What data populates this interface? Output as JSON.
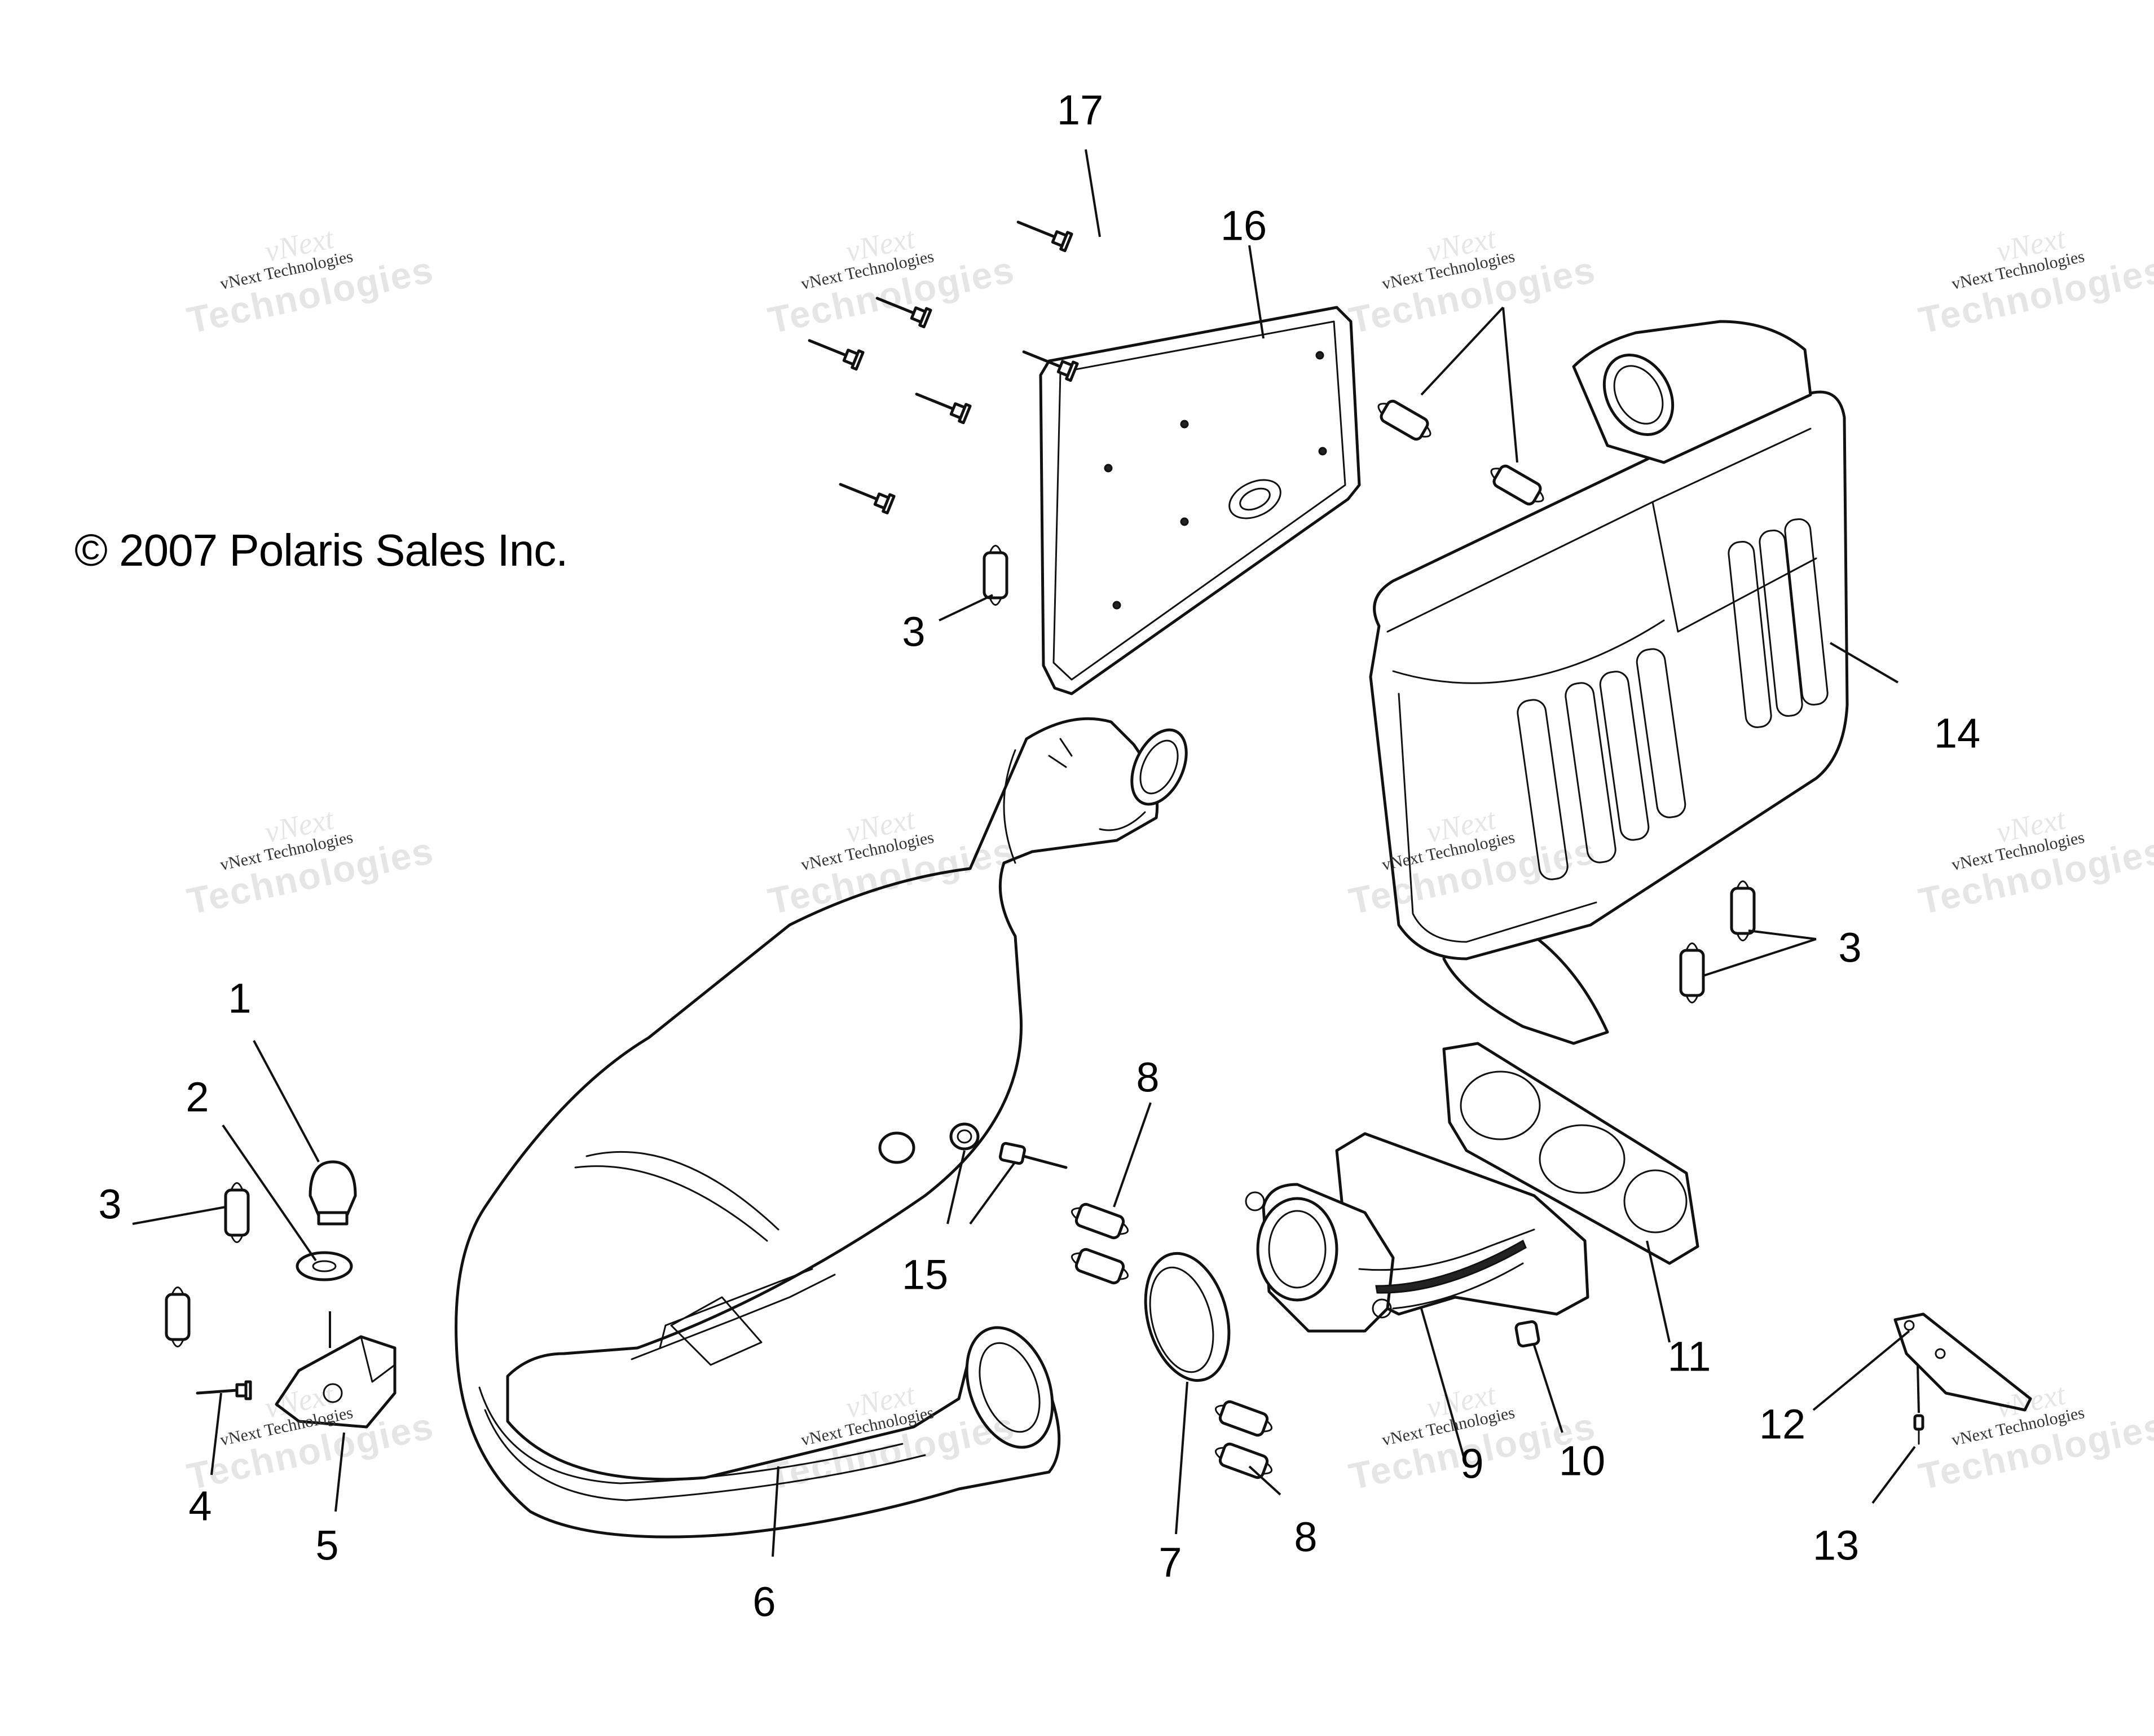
{
  "copyright": "© 2007 Polaris Sales Inc.",
  "watermark": {
    "line1": "vNext",
    "line2": "vNext Technologies",
    "line3": "Technologies"
  },
  "callouts": {
    "c1": "1",
    "c2": "2",
    "c3a": "3",
    "c3b": "3",
    "c3c": "3",
    "c4": "4",
    "c5": "5",
    "c6": "6",
    "c7": "7",
    "c8a": "8",
    "c8b": "8",
    "c9": "9",
    "c10": "10",
    "c11": "11",
    "c12": "12",
    "c13": "13",
    "c14": "14",
    "c15": "15",
    "c16": "16",
    "c17": "17"
  }
}
